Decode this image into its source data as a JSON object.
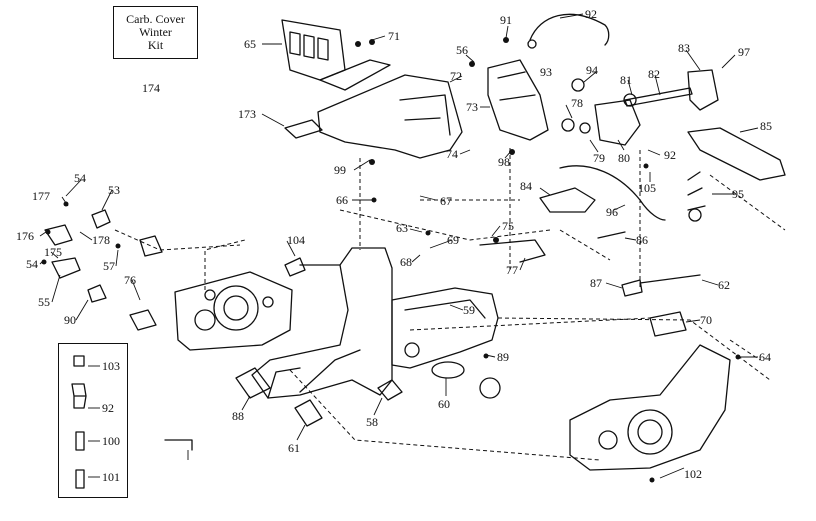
{
  "kit": {
    "lines": [
      "Carb. Cover",
      "Winter",
      "Kit"
    ],
    "number": "174"
  },
  "legend": {
    "items": [
      "103",
      "92",
      "100",
      "101"
    ]
  },
  "parts": [
    "65",
    "71",
    "91",
    "92",
    "56",
    "93",
    "72",
    "94",
    "83",
    "97",
    "81",
    "82",
    "173",
    "73",
    "78",
    "85",
    "79",
    "80",
    "99",
    "74",
    "98",
    "92",
    "105",
    "177",
    "54",
    "53",
    "66",
    "67",
    "84",
    "95",
    "96",
    "176",
    "178",
    "63",
    "69",
    "75",
    "104",
    "86",
    "175",
    "54",
    "57",
    "68",
    "76",
    "77",
    "87",
    "62",
    "55",
    "90",
    "59",
    "70",
    "89",
    "64",
    "60",
    "58",
    "88",
    "61",
    "102"
  ],
  "colors": {
    "ink": "#111111",
    "paper": "#ffffff"
  }
}
